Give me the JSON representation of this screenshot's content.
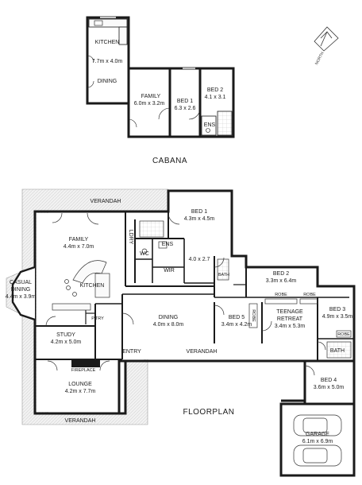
{
  "titles": {
    "cabana": "CABANA",
    "floorplan": "FLOORPLAN"
  },
  "north": {
    "label": "NORTH"
  },
  "cabana": {
    "kitchen": {
      "name": "KITCHEN",
      "dims": "7.7m x 4.0m"
    },
    "dining": {
      "name": "DINING"
    },
    "family": {
      "name": "FAMILY",
      "dims": "6.0m x 3.2m"
    },
    "bed1": {
      "name": "BED 1",
      "dims": "6.3 x 2.6"
    },
    "bed2": {
      "name": "BED 2",
      "dims": "4.1 x 3.1"
    },
    "ens": {
      "name": "ENS"
    }
  },
  "floor": {
    "verandah_top": "VERANDAH",
    "verandah_mid": "VERANDAH",
    "verandah_bottom": "VERANDAH",
    "bed1": {
      "name": "BED 1",
      "dims": "4.3m x 4.5m"
    },
    "family": {
      "name": "FAMILY",
      "dims": "4.4m x 7.0m"
    },
    "ldry": "LDRY",
    "ens": "ENS",
    "wc": "WC",
    "wir": "WIR",
    "wir_dims": "4.0 x 2.7",
    "bath_small": "BATH",
    "kitchen": "KITCHEN",
    "casual": {
      "name1": "CASUAL",
      "name2": "DINING",
      "dims": "4.4m x 3.9m"
    },
    "pantry": "P'TRY",
    "bed2": {
      "name": "BED 2",
      "dims": "3.3m x 6.4m"
    },
    "bed3": {
      "name": "BED 3",
      "dims": "4.9m x 3.5m"
    },
    "robe1": "ROBE",
    "robe2": "ROBE",
    "robe3": "ROBE",
    "robe4": "ROBE",
    "teen": {
      "name1": "TEENAGE",
      "name2": "RETREAT",
      "dims": "3.4m x 5.3m"
    },
    "dining": {
      "name": "DINING",
      "dims": "4.0m x 8.0m"
    },
    "bed5": {
      "name": "BED 5",
      "dims": "3.4m x 4.2m"
    },
    "study": {
      "name": "STUDY",
      "dims": "4.2m x 5.0m"
    },
    "bath": "BATH",
    "entry": "ENTRY",
    "fireplace": "FIREPLACE",
    "lounge": {
      "name": "LOUNGE",
      "dims": "4.2m x 7.7m"
    },
    "bed4": {
      "name": "BED 4",
      "dims": "3.6m x 5.0m"
    },
    "garage": {
      "name": "GARAGE",
      "dims": "6.1m x 6.9m"
    }
  }
}
